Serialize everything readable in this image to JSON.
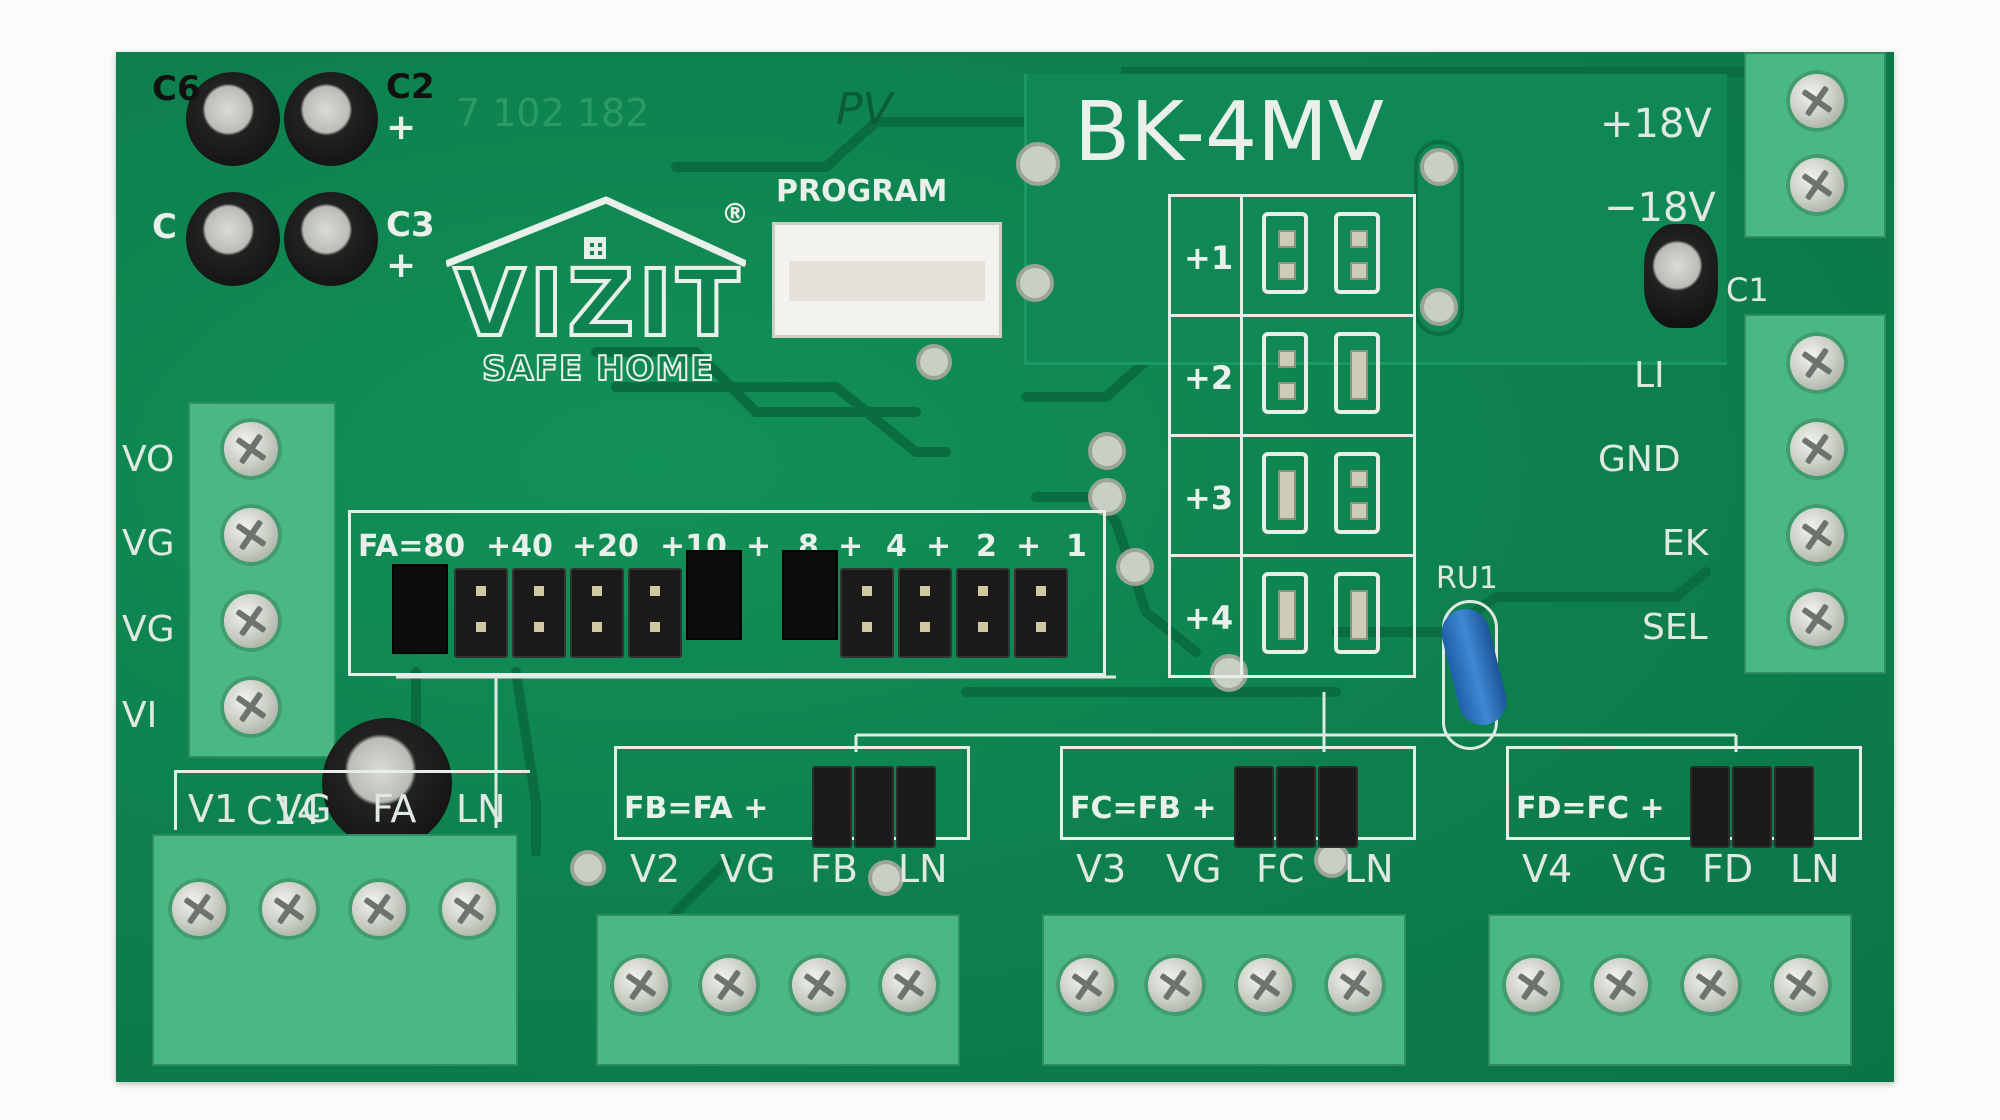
{
  "board": {
    "model": "BK-4MV",
    "serial": "7 102 182",
    "handwriting": "PV",
    "logo_text": "VIZIT",
    "logo_sub": "SAFE HOME",
    "logo_reg": "®",
    "program": "PROGRAM",
    "capacitors": {
      "c6": "C6",
      "c2": "C2",
      "c_left": "C",
      "c3": "C3",
      "c1": "C1",
      "c14": "C14",
      "plus": "+"
    },
    "power_labels": [
      "+18V",
      "−18V"
    ],
    "side_labels": [
      "LI",
      "GND",
      "EK",
      "SEL"
    ],
    "left_labels": [
      "VO",
      "VG",
      "VG",
      "VI"
    ],
    "ru1": "RU1",
    "switch_labels": [
      "+1",
      "+2",
      "+3",
      "+4"
    ],
    "fa_header": [
      "FA=80",
      "+40",
      "+20",
      "+10",
      "+",
      "8",
      "+",
      "4",
      "+",
      "2",
      "+",
      "1"
    ],
    "groups": [
      {
        "label": "FB=FA +",
        "terminals": [
          "V2",
          "VG",
          "FB",
          "LN"
        ]
      },
      {
        "label": "FC=FB +",
        "terminals": [
          "V3",
          "VG",
          "FC",
          "LN"
        ]
      },
      {
        "label": "FD=FC +",
        "terminals": [
          "V4",
          "VG",
          "FD",
          "LN"
        ]
      }
    ],
    "first_terminals": [
      "V1",
      "VG",
      "FA",
      "LN"
    ]
  }
}
